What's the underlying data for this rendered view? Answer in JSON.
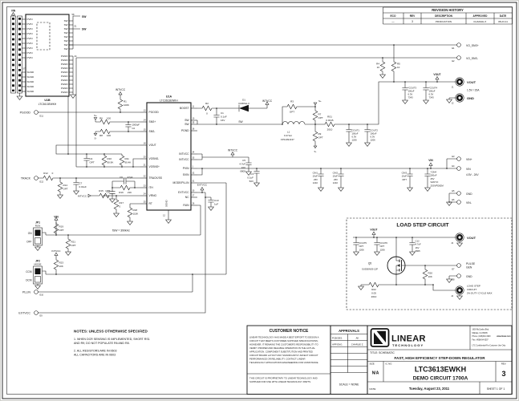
{
  "revision": {
    "title": "REVISION HISTORY",
    "headers": [
      "ECO",
      "REV",
      "DESCRIPTION",
      "APPROVED",
      "DATE"
    ],
    "row": [
      "—",
      "3",
      "PRODUCTION",
      "CHARLIE Z.",
      "08-23-11"
    ]
  },
  "nets": {
    "vin": "VIN",
    "intvcc": "INTVCC",
    "vout": "VOUT",
    "sw": "SW",
    "extvcc": "EXTVCC",
    "sp": "S+",
    "sm": "S-",
    "gnd": "GND"
  },
  "u1a": {
    "ref": "U1A",
    "part": "LTC3613EWKH",
    "left": [
      [
        "13",
        "PGOOD"
      ],
      [
        "14",
        "SNS+"
      ],
      [
        "15",
        "SNS-"
      ],
      [
        "18",
        "VOUT"
      ],
      [
        "20",
        "VOSNS-"
      ],
      [
        "21",
        "VOSNS+"
      ],
      [
        "22",
        "TRACK/SS"
      ],
      [
        "23",
        "ITH"
      ],
      [
        "24",
        "VRNG"
      ],
      [
        "25",
        "RT"
      ]
    ],
    "right": [
      [
        "11",
        "BOOST"
      ],
      [
        "10",
        "SW"
      ],
      [
        "35",
        "SW"
      ],
      [
        "36",
        "PGND"
      ],
      [
        "34",
        "INTVCC"
      ],
      [
        "33",
        "INTVCC"
      ],
      [
        "1",
        "PVIN"
      ],
      [
        "32",
        "SVIN"
      ],
      [
        "31",
        "MODE/PLLIN"
      ],
      [
        "30",
        "EXTVCC"
      ],
      [
        "27",
        "NC"
      ],
      [
        "26",
        "RUN"
      ]
    ],
    "bottom_n": "12",
    "bottom_name": "SGND"
  },
  "u1b": {
    "ref": "U1B",
    "part": "LTC3613EWKH",
    "pvin": "PVIN",
    "sgnd": "SGND",
    "sw": "SW",
    "pgnd": "PGND",
    "stray": [
      "58",
      "51",
      "44",
      "57"
    ]
  },
  "parts": {
    "r1": [
      "R1",
      "100K"
    ],
    "r2": [
      "R2",
      "0"
    ],
    "r3": [
      "R3",
      "OPT"
    ],
    "r4": [
      "R4",
      "10"
    ],
    "r5": [
      "R5",
      "10"
    ],
    "r6": [
      "R6",
      "100"
    ],
    "r7": [
      "R7",
      "OPT"
    ],
    "r8": [
      "R8",
      "100"
    ],
    "r9": [
      "R9",
      "OPT"
    ],
    "r10": [
      "R10",
      "90.9K"
    ],
    "r11": [
      "R11",
      "60.4K"
    ],
    "r12": [
      "R12",
      "0"
    ],
    "r14": [
      "R14",
      "OPT"
    ],
    "r15": [
      "R15",
      "OPT"
    ],
    "r16": [
      "R16",
      "21K"
    ],
    "r17": [
      "R17",
      "0"
    ],
    "r18": [
      "R18",
      "115K"
    ],
    "r19": [
      "R19",
      "OPT"
    ],
    "r20": [
      "R20",
      "10K"
    ],
    "r21": [
      "R21",
      "OPT"
    ],
    "r22": [
      "R22",
      "0.05",
      "2010"
    ],
    "r23": [
      "R23",
      "10K"
    ],
    "rs1": [
      "RS1",
      "0.0015",
      "2010"
    ],
    "c1": [
      "C1",
      "0.1uF",
      "16V"
    ],
    "c2": [
      "1000pF",
      "C2"
    ],
    "c3": [
      "C3",
      "0.1uF",
      "50V"
    ],
    "c4": [
      "C4",
      "OPT"
    ],
    "c5": [
      "C5",
      "4.7uF",
      "16V",
      "0805"
    ],
    "c6": [
      "C6",
      "47pF"
    ],
    "c7": [
      "C7",
      "0.01uF"
    ],
    "c9": [
      "C9",
      "270pF"
    ],
    "c10": [
      "C10",
      "1uF"
    ],
    "c12": [
      "C12",
      "4.7uF",
      "16V",
      "0805"
    ],
    "cin1": [
      "CIN1",
      "10uF",
      "25V",
      "1210"
    ],
    "cin2": [
      "CIN2",
      "10uF",
      "25V",
      "1210"
    ],
    "cin3": [
      "CIN3",
      "10uF",
      "OPT"
    ],
    "cin4": [
      "*CIN4",
      "150uF",
      "25V",
      "SANYO",
      "25SVPD82M"
    ],
    "cout1": [
      "COUT1",
      "100uF",
      "6.3V",
      "1206"
    ],
    "cout2": [
      "COUT2",
      "100uF",
      "6.3V",
      "1206"
    ],
    "cout3": [
      "*COUT3",
      "100uF",
      "6.3V",
      "7343"
    ],
    "cout4": [
      "*COUT4",
      "100uF",
      "6.3V",
      "7343"
    ],
    "cout5": [
      "COUT5",
      "OPT",
      "1206"
    ],
    "cout6": [
      "COUT6",
      "OPT",
      "1206"
    ],
    "l1": [
      "L1",
      "0.47uH",
      "FP1109-R47"
    ],
    "d1": [
      "D1",
      "CMDSH-3"
    ],
    "q5": [
      "Q5",
      "SUD50N03-12P"
    ],
    "jp1": [
      "JP1",
      "RUN",
      "ON",
      "OFF"
    ],
    "jp2": [
      "JP2",
      "MODE",
      "CCM",
      "DCM"
    ]
  },
  "terms": {
    "e1": [
      "E1",
      "VO_SNS+"
    ],
    "e2": [
      "E2",
      "VO_SNS-"
    ],
    "e3": [
      "E3",
      "VIN+"
    ],
    "e4": [
      "E4",
      "VIN",
      "4.5V - 24V"
    ],
    "e5": [
      "E5",
      "GND"
    ],
    "e6": [
      "E6",
      "VIN-"
    ],
    "e7": [
      "E7",
      "PULSE",
      "GEN"
    ],
    "e8": [
      "E8",
      "GND"
    ],
    "e9": [
      "E9",
      "EXTVCC"
    ],
    "e10": [
      "E10",
      "PLLIN"
    ],
    "e11": [
      "E11",
      "PGOOD"
    ],
    "e12": [
      "E12",
      "TRACK"
    ],
    "j1": [
      "J1",
      "VOUT",
      "1.5V / 15A"
    ],
    "j2": [
      "J2",
      "GND"
    ],
    "j3": [
      "J3",
      "VOUT"
    ],
    "j4": [
      "J4",
      "LOAD STEP",
      "CIRCUIT",
      "2% DUTY CYCLE MAX"
    ]
  },
  "ann": {
    "fsw": "fSW = 390kHz",
    "loadstep_title": "LOAD STEP CIRCUIT"
  },
  "notes": {
    "title": "NOTES:  UNLESS OTHERWISE SPECIFIED",
    "n1": "1. WHEN DCR SENSING IS IMPLEMENTED, SHORT RS1",
    "n2": "AND R9; DO NOT POPULATE R6 AND R8.",
    "n3": "2. ALL RESISTORS ARE IN 0603",
    "n4": "ALL CAPACITORS ARE IN 0603"
  },
  "notice": {
    "title": "CUSTOMER NOTICE",
    "body": [
      "LINEAR TECHNOLOGY HAS MADE A BEST EFFORT TO DESIGN A",
      "CIRCUIT THAT MEETS CUSTOMER-SUPPLIED SPECIFICATIONS;",
      "HOWEVER, IT REMAINS THE CUSTOMER'S RESPONSIBILITY TO",
      "VERIFY PROPER AND RELIABLE OPERATION IN THE ACTUAL",
      "APPLICATION.  COMPONENT SUBSTITUTION AND PRINTED",
      "CIRCUIT BOARD LAYOUT MAY SIGNIFICANTLY AFFECT CIRCUIT",
      "PERFORMANCE OR RELIABILITY.  CONTACT LINEAR",
      "TECHNOLOGY APPLICATIONS ENGINEERING FOR ASSISTANCE."
    ],
    "footer": [
      "THIS CIRCUIT IS PROPRIETARY TO LINEAR TECHNOLOGY AND",
      "SUPPLIED FOR USE WITH LINEAR TECHNOLOGY PARTS."
    ]
  },
  "approvals": {
    "title": "APPROVALS",
    "rows": [
      [
        "PCB DES.",
        "AK"
      ],
      [
        "APP ENG.",
        "CHARLIE Z."
      ]
    ],
    "scale": "SCALE = NONE"
  },
  "tb": {
    "company1": "LINEAR",
    "company2": "TECHNOLOGY",
    "addr1": "1630 McCarthy Blvd.",
    "addr2": "Milpitas, CA 95035",
    "addr3": "Phone: (408)432-1900",
    "addr4": "Fax: (408)434-0507",
    "web": "www.linear.com",
    "conf": "LTC Confidential-For Customer Use Only",
    "title_label": "TITLE:  SCHEMATIC",
    "title": "FAST, HIGH EFFICIENCY STEP-DOWN REGULATOR",
    "size_label": "SIZE",
    "size": "N/A",
    "icno_label": "IC NO.",
    "part": "LTC3613EWKH",
    "demo": "DEMO CIRCUIT 1700A",
    "rev_label": "REV.",
    "rev": "3",
    "date_label": "DATE:",
    "date": "Tuesday, August 23, 2011",
    "sheet_text": "SHEET   1   OF   1"
  }
}
